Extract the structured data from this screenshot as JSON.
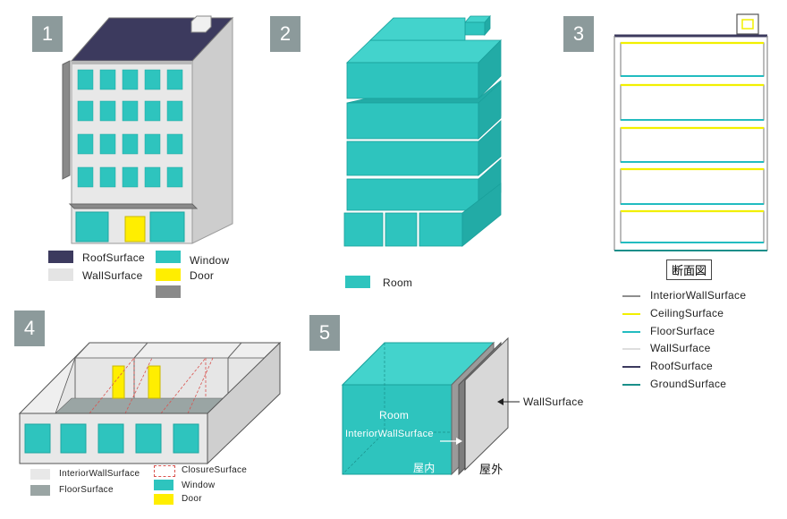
{
  "panels": {
    "p1": {
      "number": "1",
      "legend": {
        "roof": "RoofSurface",
        "wall": "WallSurface",
        "window": "Window",
        "door": "Door"
      }
    },
    "p2": {
      "number": "2",
      "legend": {
        "room": "Room"
      }
    },
    "p3": {
      "number": "3",
      "section_label": "断面図",
      "legend": [
        {
          "label": "InteriorWallSurface",
          "color": "#8e8e8e"
        },
        {
          "label": "CeilingSurface",
          "color": "#f2f000"
        },
        {
          "label": "FloorSurface",
          "color": "#22bcc0"
        },
        {
          "label": "WallSurface",
          "color": "#dedede"
        },
        {
          "label": "RoofSurface",
          "color": "#3c3a5e"
        },
        {
          "label": "GroundSurface",
          "color": "#1a8f8a"
        }
      ]
    },
    "p4": {
      "number": "4",
      "legend": {
        "interior_wall": "InteriorWallSurface",
        "floor": "FloorSurface",
        "closure": "ClosureSurface",
        "window": "Window",
        "door": "Door"
      }
    },
    "p5": {
      "number": "5",
      "labels": {
        "wall_surface": "WallSurface",
        "room": "Room",
        "interior_wall": "InteriorWallSurface",
        "indoor": "屋内",
        "outdoor": "屋外"
      }
    }
  },
  "colors": {
    "teal": "#2ec4be",
    "teal_dark": "#1fa6a1",
    "yellow": "#ffee00",
    "roof": "#3c3a5e",
    "wall": "#e4e4e4",
    "gray": "#8a8a8a"
  }
}
